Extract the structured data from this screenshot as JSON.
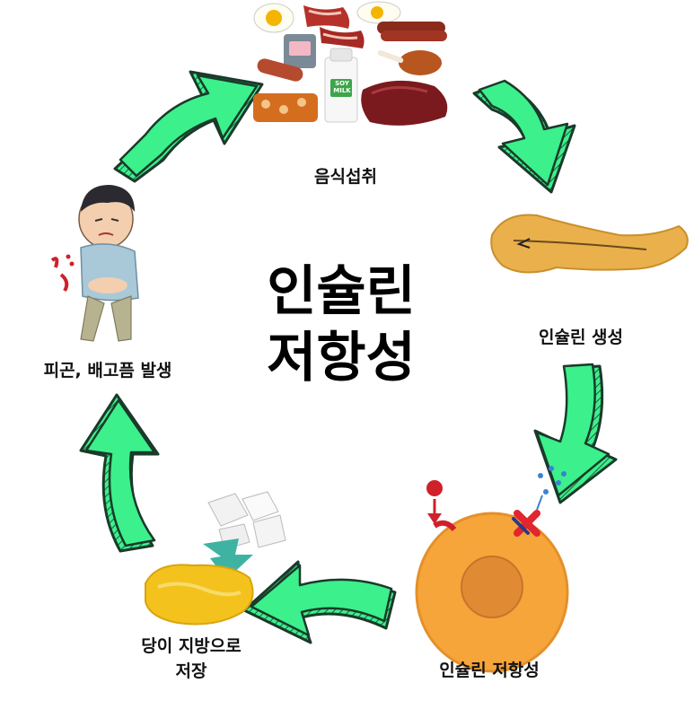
{
  "title": {
    "line1": "인슐린",
    "line2": "저항성"
  },
  "stages": {
    "food_intake": "음식섭취",
    "insulin_production": "인슐린 생성",
    "insulin_resistance": "인슐린 저항성",
    "sugar_storage_line1": "당이 지방으로",
    "sugar_storage_line2": "저장",
    "fatigue_hunger": "피곤, 배고픔 발생"
  },
  "illustrations": {
    "milk_carton_text": "SOY\nMILK"
  },
  "colors": {
    "arrow_fill": "#3CF08C",
    "arrow_stroke": "#1a3a2a",
    "cell": "#F6A53A",
    "nucleus": "#E08A34",
    "fat": "#F3C21D",
    "pancreas": "#E9B04C"
  }
}
